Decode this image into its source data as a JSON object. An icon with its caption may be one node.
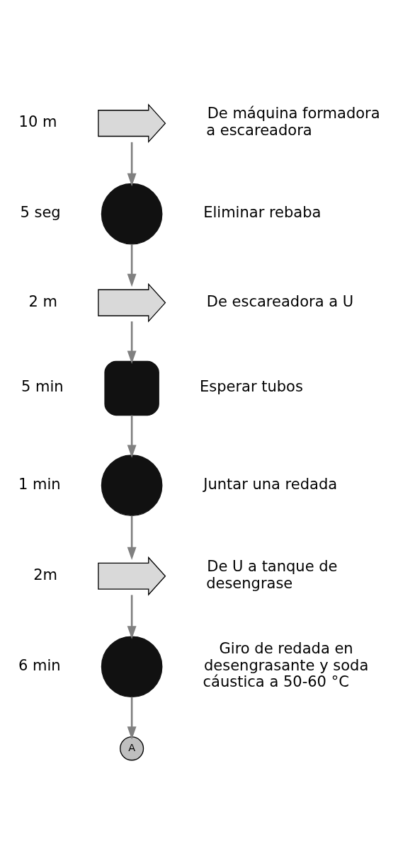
{
  "diagram": {
    "nodes": [
      {
        "text": [],
        "shape": "arrow",
        "beside": [
          "10 m",
          "De máquina formadora a escareadora"
        ]
      },
      {
        "text": [],
        "shape": "circle",
        "beside": [
          "5 seg",
          "Eliminar rebaba"
        ]
      },
      {
        "text": [],
        "shape": "arrow",
        "beside": [
          "2 m",
          "De escareadora a U"
        ]
      },
      {
        "text": [],
        "shape": "dshape",
        "beside": [
          "5 min",
          "Esperar tubos"
        ]
      },
      {
        "text": [],
        "shape": "circle",
        "beside": [
          "1 min",
          "Juntar una redada"
        ]
      },
      {
        "text": [],
        "shape": "arrow",
        "beside": [
          "2m",
          "De U a tanque de desengrase"
        ]
      },
      {
        "text": [],
        "shape": "circle",
        "beside": [
          "6 min",
          "Giro de redada en desengrasante y soda cáustica a 50-60 °C"
        ]
      },
      {
        "text": [
          "A"
        ]
      }
    ],
    "edges": [
      {
        "from": 0,
        "to": 1,
        "arrow": "to"
      },
      {
        "from": 1,
        "to": 2,
        "arrow": "to"
      },
      {
        "from": 2,
        "to": 3,
        "arrow": "to"
      },
      {
        "from": 3,
        "to": 4,
        "arrow": "to"
      },
      {
        "from": 4,
        "to": 5,
        "arrow": "to"
      },
      {
        "from": 5,
        "to": 6,
        "arrow": "to"
      },
      {
        "from": 6,
        "to": 7,
        "arrow": "to"
      }
    ]
  }
}
